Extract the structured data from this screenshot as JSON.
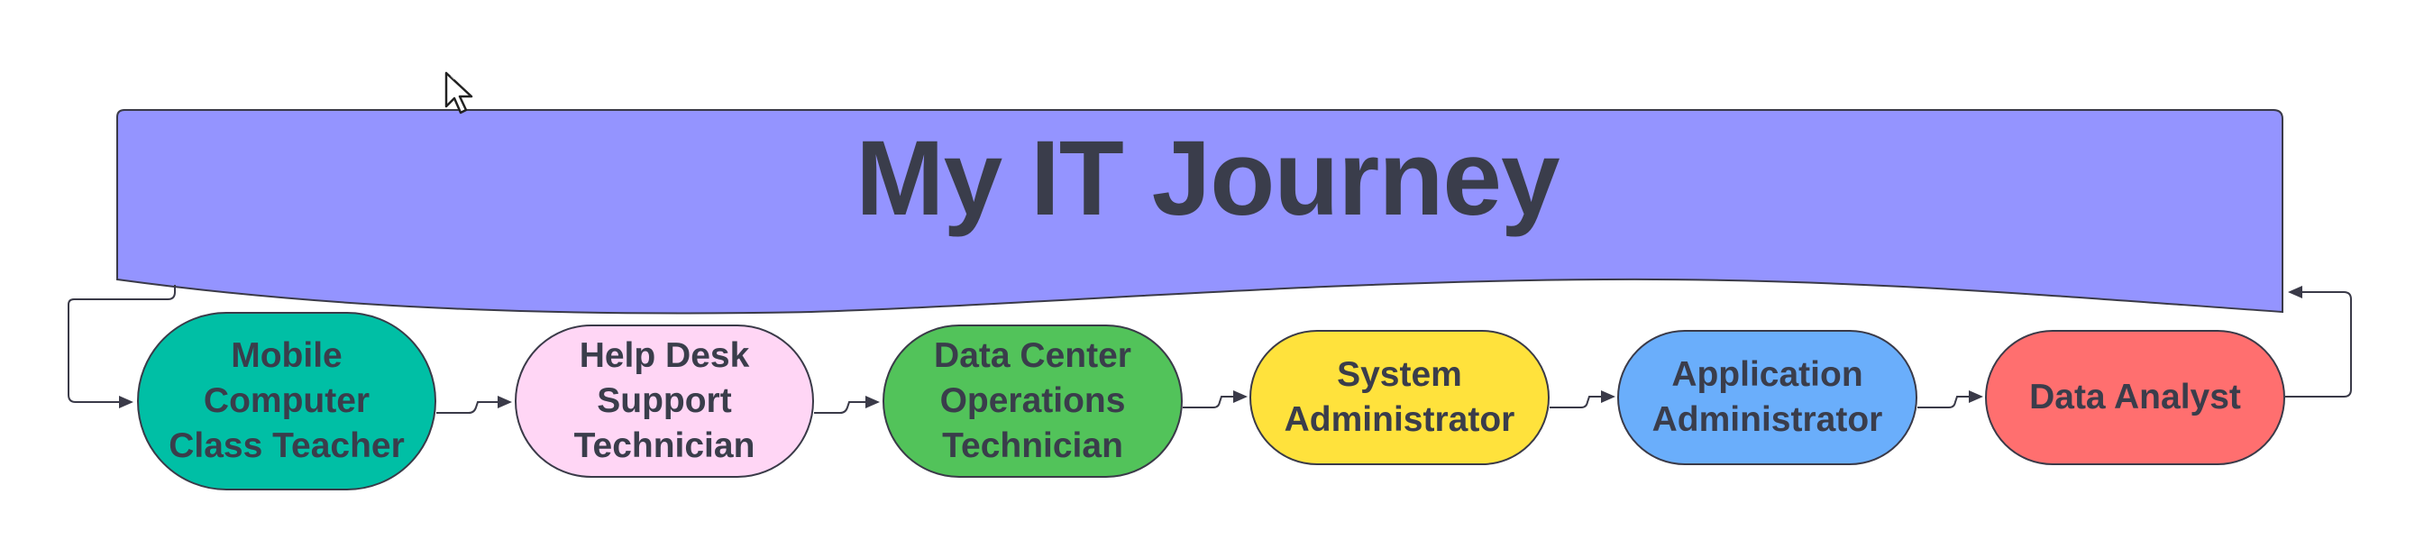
{
  "banner": {
    "title": "My IT Journey",
    "fill": "#9494ff"
  },
  "nodes": [
    {
      "id": "mobile-computer-class-teacher",
      "label": "Mobile\nComputer\nClass Teacher",
      "color": "#00bfa5"
    },
    {
      "id": "help-desk-support-technician",
      "label": "Help Desk\nSupport\nTechnician",
      "color": "#ffd6f5"
    },
    {
      "id": "data-center-operations-technician",
      "label": "Data Center\nOperations\nTechnician",
      "color": "#52c35a"
    },
    {
      "id": "system-administrator",
      "label": "System\nAdministrator",
      "color": "#ffe23c"
    },
    {
      "id": "application-administrator",
      "label": "Application\nAdministrator",
      "color": "#6aaefb"
    },
    {
      "id": "data-analyst",
      "label": "Data Analyst",
      "color": "#ff6f6f"
    }
  ],
  "connector_color": "#3a3a48",
  "cursor_icon": "mouse-pointer-icon"
}
